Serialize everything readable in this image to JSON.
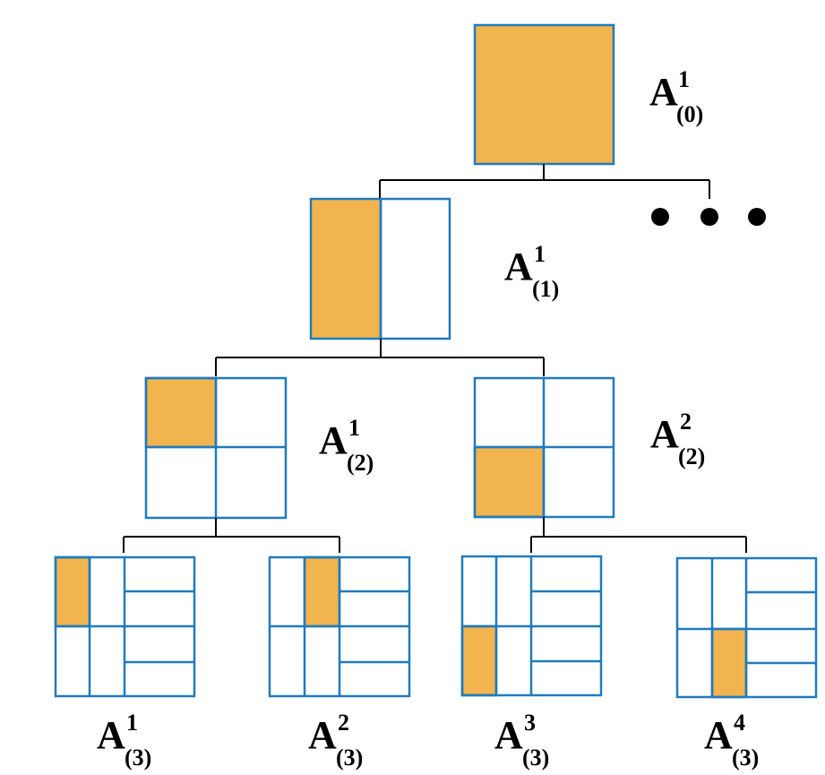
{
  "colors": {
    "fill": "#F2B44E",
    "border": "#1F7BBE",
    "connector": "#000000",
    "background": "#ffffff"
  },
  "ellipsis": "• • •",
  "labels": {
    "a0_1": {
      "base": "A",
      "sup": "1",
      "sub": "(0)"
    },
    "a1_1": {
      "base": "A",
      "sup": "1",
      "sub": "(1)"
    },
    "a2_1": {
      "base": "A",
      "sup": "1",
      "sub": "(2)"
    },
    "a2_2": {
      "base": "A",
      "sup": "2",
      "sub": "(2)"
    },
    "a3_1": {
      "base": "A",
      "sup": "1",
      "sub": "(3)"
    },
    "a3_2": {
      "base": "A",
      "sup": "2",
      "sub": "(3)"
    },
    "a3_3": {
      "base": "A",
      "sup": "3",
      "sub": "(3)"
    },
    "a3_4": {
      "base": "A",
      "sup": "4",
      "sub": "(3)"
    }
  }
}
